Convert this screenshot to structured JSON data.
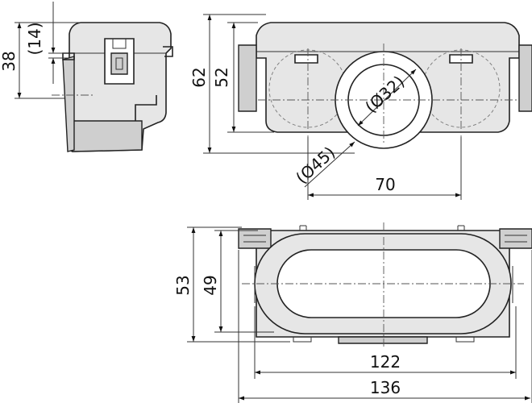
{
  "drawing": {
    "dimensions": {
      "side_total_height": "38",
      "side_upper_height": "(14)",
      "front_overall_height": "62",
      "front_body_height": "52",
      "inner_diameter": "(Ø32)",
      "outer_diameter": "(Ø45)",
      "spigot_spacing": "70",
      "bottom_outer_depth": "53",
      "bottom_inner_depth": "49",
      "bottom_inner_length": "122",
      "bottom_overall_length": "136"
    },
    "colors": {
      "body_fill": "#e6e6e6",
      "line": "#222222"
    }
  }
}
